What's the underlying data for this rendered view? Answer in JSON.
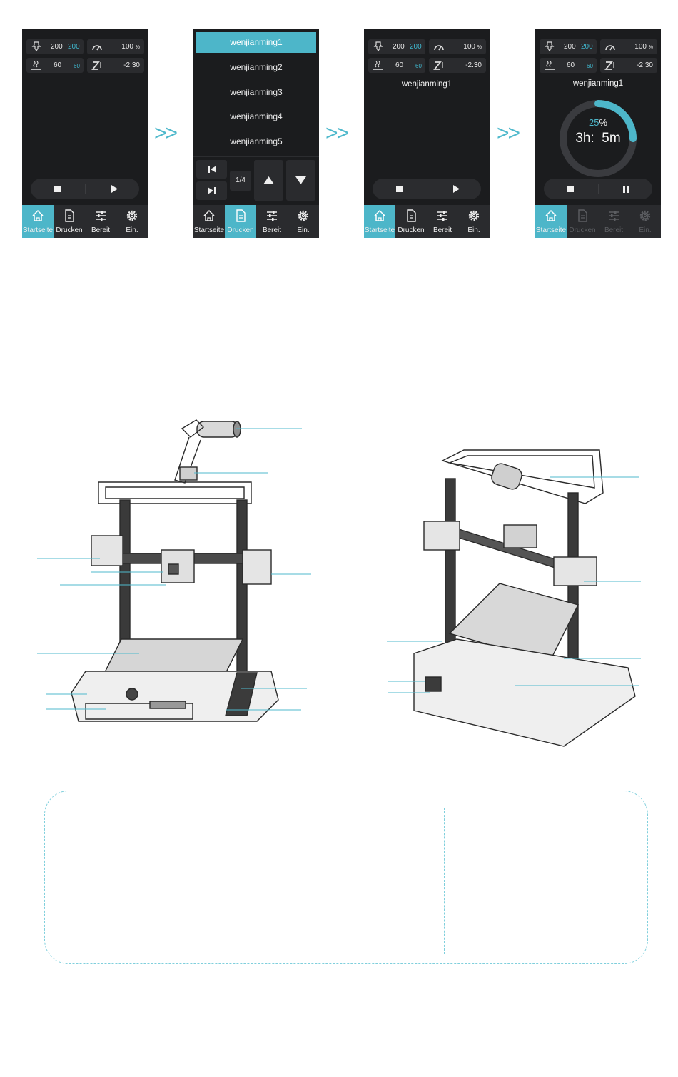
{
  "colors": {
    "accent": "#4db6c9",
    "screen_bg": "#1b1c1e",
    "cell_bg": "#2a2b2e",
    "dashed": "#7fcfdc"
  },
  "arrow_glyph": ">>",
  "status": {
    "nozzle_temp": "200",
    "nozzle_target": "200",
    "speed": "100",
    "speed_unit": "%",
    "bed_temp": "60",
    "bed_target": "60",
    "z_offset": "-2.30"
  },
  "icons": [
    "nozzle-icon",
    "speed-gauge-icon",
    "bed-heat-icon",
    "z-offset-icon",
    "stop-icon",
    "play-icon",
    "pause-icon",
    "home-icon",
    "file-icon",
    "sliders-icon",
    "gear-icon"
  ],
  "nav": {
    "home": "Startseite",
    "print": "Drucken",
    "prepare": "Bereit",
    "settings": "Ein."
  },
  "file_list": {
    "items": [
      "wenjianming1",
      "wenjianming2",
      "wenjianming3",
      "wenjianming4",
      "wenjianming5"
    ],
    "selected_index": 0,
    "page_indicator": "1/4"
  },
  "selected_file": "wenjianming1",
  "progress": {
    "percent": "25",
    "percent_sign": "%",
    "fraction": 0.25,
    "time_left": "3h:  5m"
  },
  "illustrations": [
    "printer-front-view",
    "printer-rear-view"
  ]
}
